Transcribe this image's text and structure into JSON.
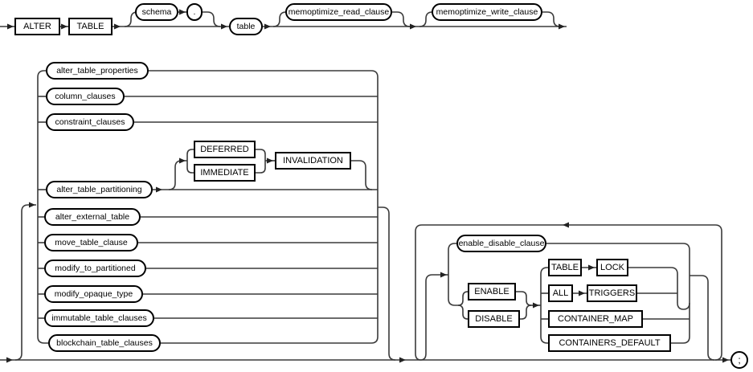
{
  "diagram": {
    "kind": "railroad-syntax-diagram",
    "statement": {
      "alter": "ALTER",
      "table_keyword": "TABLE",
      "schema": "schema",
      "dot": ".",
      "table": "table",
      "memoptimize_read_clause": "memoptimize_read_clause",
      "memoptimize_write_clause": "memoptimize_write_clause",
      "terminator": ";"
    },
    "alternatives": {
      "alter_table_properties": "alter_table_properties",
      "column_clauses": "column_clauses",
      "constraint_clauses": "constraint_clauses",
      "alter_table_partitioning": "alter_table_partitioning",
      "deferred": "DEFERRED",
      "immediate": "IMMEDIATE",
      "invalidation": "INVALIDATION",
      "alter_external_table": "alter_external_table",
      "move_table_clause": "move_table_clause",
      "modify_to_partitioned": "modify_to_partitioned",
      "modify_opaque_type": "modify_opaque_type",
      "immutable_table_clauses": "immutable_table_clauses",
      "blockchain_table_clauses": "blockchain_table_clauses"
    },
    "enable_disable_group": {
      "enable_disable_clause": "enable_disable_clause",
      "enable": "ENABLE",
      "disable": "DISABLE",
      "table_keyword": "TABLE",
      "lock": "LOCK",
      "all": "ALL",
      "triggers": "TRIGGERS",
      "container_map": "CONTAINER_MAP",
      "containers_default": "CONTAINERS_DEFAULT"
    },
    "colors": {
      "line": "#3a3a3a",
      "node_border": "#000000",
      "background": "#ffffff",
      "text": "#000000"
    }
  }
}
